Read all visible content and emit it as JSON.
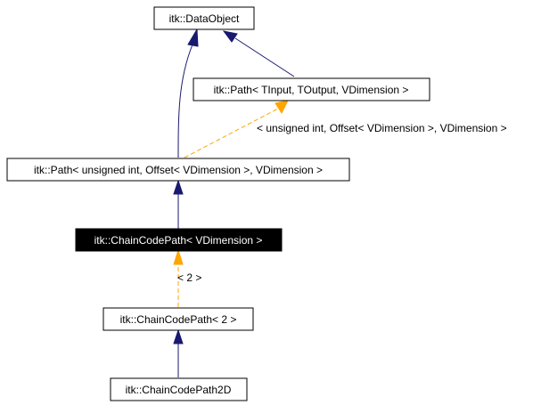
{
  "nodes": {
    "data_object": "itk::DataObject",
    "path_generic": "itk::Path< TInput, TOutput, VDimension >",
    "path_specialized": "itk::Path< unsigned int, Offset< VDimension >, VDimension >",
    "chain_code_path": "itk::ChainCodePath< VDimension >",
    "chain_code_path_2": "itk::ChainCodePath< 2 >",
    "chain_code_path_2d": "itk::ChainCodePath2D"
  },
  "edge_labels": {
    "path_template_args": "< unsigned int, Offset< VDimension >, VDimension >",
    "chain_template_args": "< 2 >"
  },
  "colors": {
    "inheritance": "#191970",
    "template_instance": "#FFA500",
    "current_node_fill": "#000000",
    "current_node_text": "#ffffff"
  }
}
